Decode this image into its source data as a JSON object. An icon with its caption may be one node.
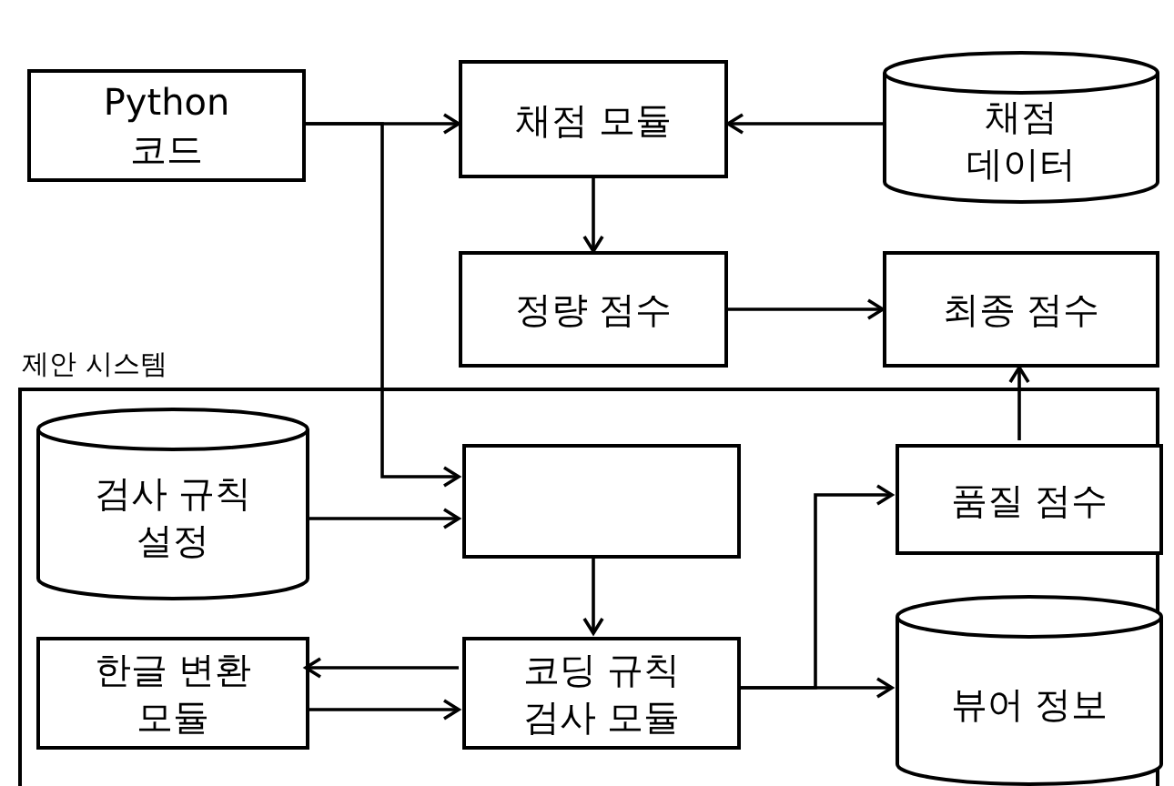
{
  "diagram": {
    "nodes": [
      {
        "text": [
          "Python 코드"
        ]
      },
      {
        "text": [
          "채점 모듈"
        ]
      },
      {
        "text": [
          "채점 데이터"
        ]
      },
      {
        "text": [
          "정량 점수"
        ]
      },
      {
        "text": [
          "최종 점수"
        ]
      },
      {
        "text": [
          "제안 시스템"
        ]
      },
      {
        "text": [
          "검사 규칙 설정"
        ],
        "in": 5
      },
      {
        "text": [],
        "shape": "box",
        "in": 5
      },
      {
        "text": [
          "품질 점수"
        ],
        "in": 5
      },
      {
        "text": [
          "한글 변환 모듈"
        ],
        "in": 5
      },
      {
        "text": [
          "코딩 규칙 검사 모듈"
        ],
        "in": 5
      },
      {
        "text": [
          "뷰어 정보"
        ],
        "in": 5
      }
    ],
    "edges": [
      {
        "from": 0,
        "to": 1,
        "arrow": "to"
      },
      {
        "from": 0,
        "to": 7,
        "arrow": "to"
      },
      {
        "from": 2,
        "to": 1,
        "arrow": "to"
      },
      {
        "from": 1,
        "to": 3,
        "arrow": "to"
      },
      {
        "from": 3,
        "to": 4,
        "arrow": "to"
      },
      {
        "from": 8,
        "to": 4,
        "arrow": "to"
      },
      {
        "from": 6,
        "to": 7,
        "arrow": "to"
      },
      {
        "from": 7,
        "to": 10,
        "arrow": "to"
      },
      {
        "from": 10,
        "to": 9,
        "arrow": "to"
      },
      {
        "from": 9,
        "to": 10,
        "arrow": "to"
      },
      {
        "from": 10,
        "to": 8,
        "arrow": "to"
      },
      {
        "from": 10,
        "to": 11,
        "arrow": "to"
      }
    ]
  }
}
